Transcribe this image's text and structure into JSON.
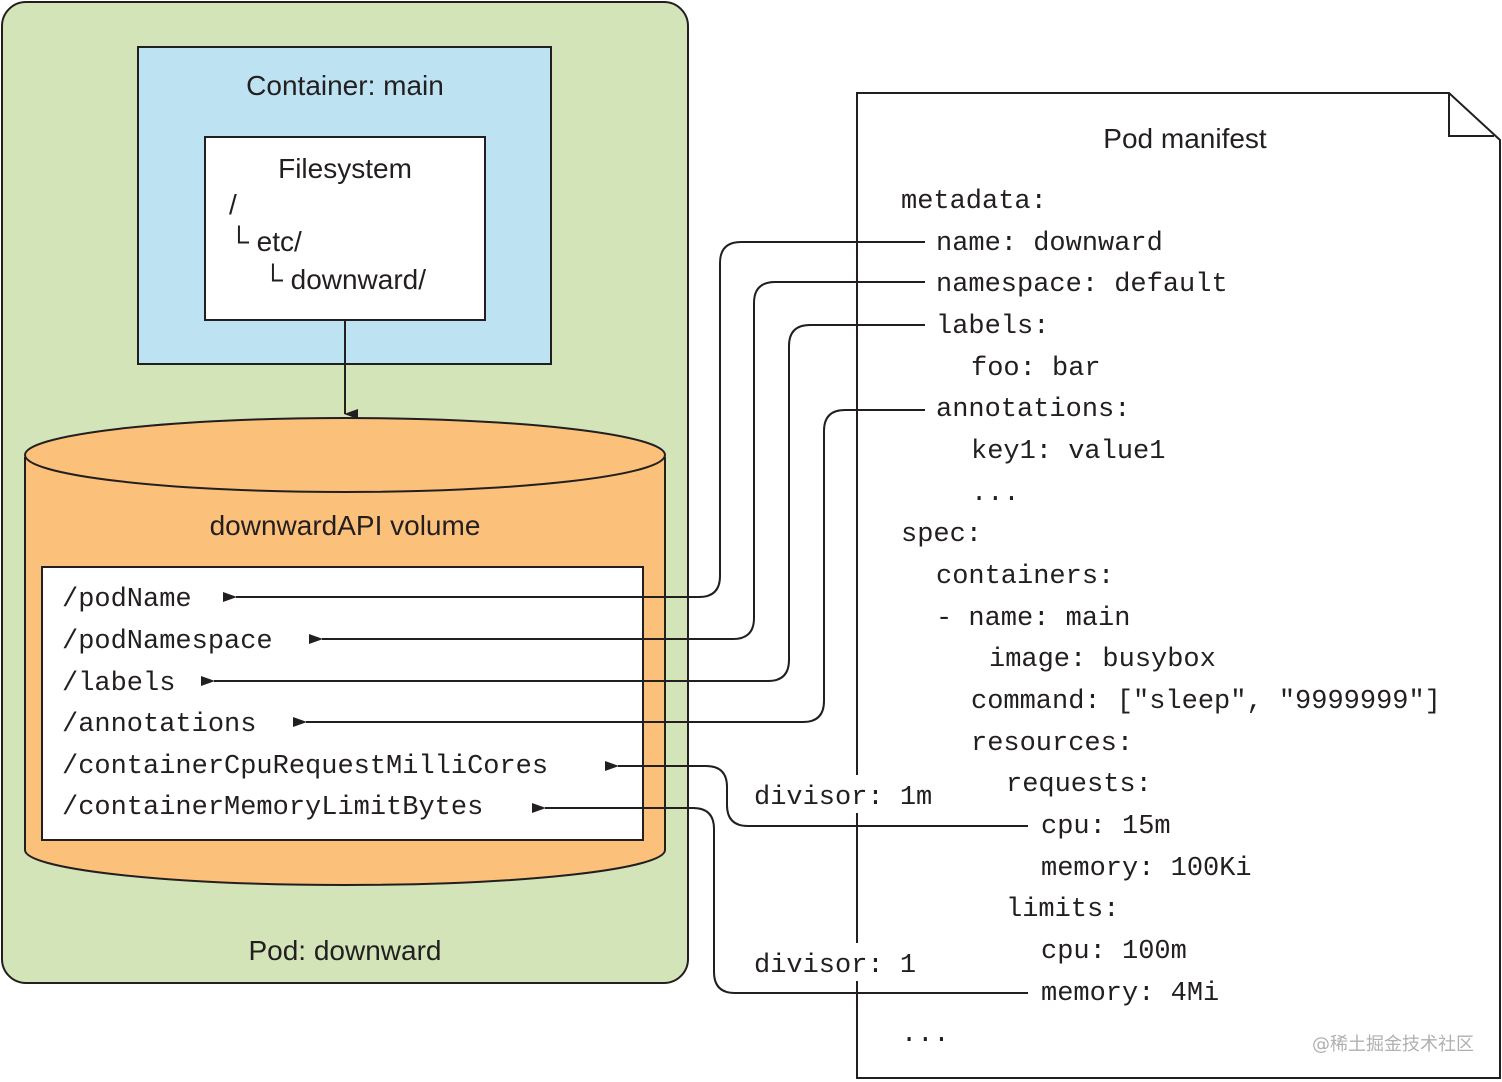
{
  "pod": {
    "label": "Pod: downward",
    "color": "#d2e4b8"
  },
  "container": {
    "label": "Container: main",
    "color": "#bde3f2",
    "filesystem": {
      "title": "Filesystem",
      "tree": [
        "/",
        "└ etc/",
        "└ downward/"
      ]
    }
  },
  "volume": {
    "label": "downwardAPI volume",
    "color": "#fbc07a",
    "files": [
      "/podName",
      "/podNamespace",
      "/labels",
      "/annotations",
      "/containerCpuRequestMilliCores",
      "/containerMemoryLimitBytes"
    ]
  },
  "manifest": {
    "title": "Pod manifest",
    "lines": [
      "metadata:",
      "name: downward",
      "namespace: default",
      "labels:",
      "foo: bar",
      "annotations:",
      "key1: value1",
      "...",
      "spec:",
      "containers:",
      "- name: main",
      "image: busybox",
      "command: [\"sleep\", \"9999999\"]",
      "resources:",
      "requests:",
      "cpu: 15m",
      "memory: 100Ki",
      "limits:",
      "cpu: 100m",
      "memory: 4Mi",
      "..."
    ]
  },
  "divisors": {
    "cpu": "divisor: 1m",
    "memory": "divisor: 1"
  },
  "watermark": "@稀土掘金技术社区"
}
